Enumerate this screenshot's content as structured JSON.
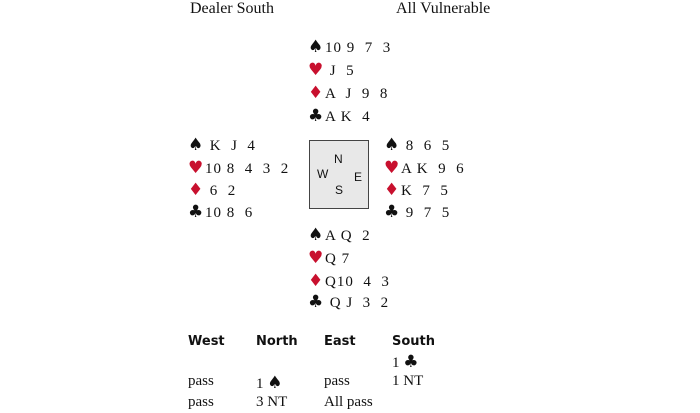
{
  "header": {
    "dealer": "Dealer South",
    "vulnerability": "All Vulnerable"
  },
  "colors": {
    "red": "#c8102e",
    "black": "#111111"
  },
  "hands": {
    "north": {
      "spades": "10 9  7  3",
      "hearts": " J  5",
      "diamonds": "A  J  9  8",
      "clubs": "A K  4"
    },
    "west": {
      "spades": " K  J  4",
      "hearts": "10 8  4  3  2",
      "diamonds": " 6  2",
      "clubs": "10 8  6"
    },
    "east": {
      "spades": " 8  6  5",
      "hearts": "A K  9  6",
      "diamonds": "K  7  5",
      "clubs": " 9  7  5"
    },
    "south": {
      "spades": "A Q  2",
      "hearts": "Q 7",
      "diamonds": "Q10  4  3",
      "clubs": " Q J  3  2"
    }
  },
  "compass": {
    "n": "N",
    "w": "W",
    "e": "E",
    "s": "S"
  },
  "auction": {
    "headers": [
      "West",
      "North",
      "East",
      "South"
    ],
    "south_open": "1",
    "row1": [
      "pass",
      "1",
      "pass",
      "1 NT"
    ],
    "row2": [
      "pass",
      "3 NT",
      "All pass"
    ]
  }
}
